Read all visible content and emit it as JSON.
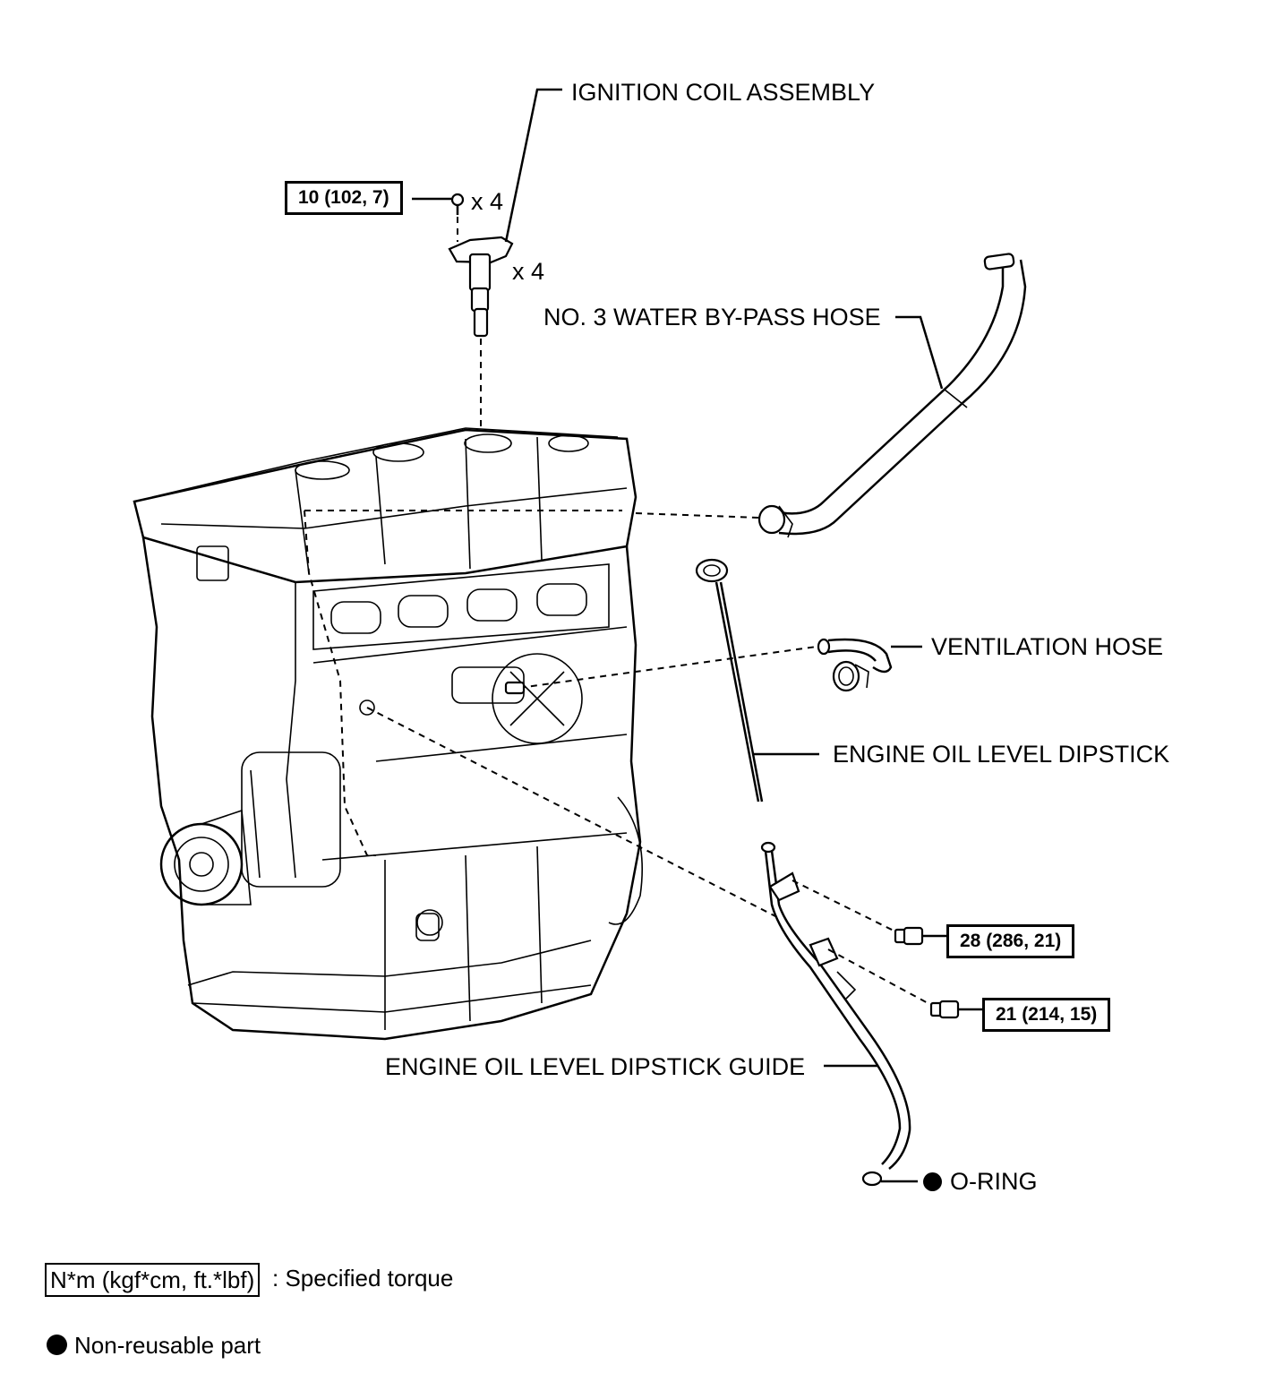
{
  "labels": {
    "ignition_coil": "IGNITION COIL ASSEMBLY",
    "water_hose": "NO. 3 WATER BY-PASS HOSE",
    "ventilation_hose": "VENTILATION HOSE",
    "dipstick": "ENGINE OIL LEVEL DIPSTICK",
    "dipstick_guide": "ENGINE OIL LEVEL DIPSTICK GUIDE",
    "o_ring": "O-RING",
    "bolt_qty": "x 4",
    "coil_qty": "x 4"
  },
  "torques": {
    "coil_bolt": "10 (102, 7)",
    "guide_upper_bolt": "28 (286, 21)",
    "guide_lower_bolt": "21 (214, 15)"
  },
  "legend": {
    "torque_units": "N*m (kgf*cm, ft.*lbf)",
    "torque_desc": ": Specified torque",
    "non_reusable": "Non-reusable part"
  }
}
